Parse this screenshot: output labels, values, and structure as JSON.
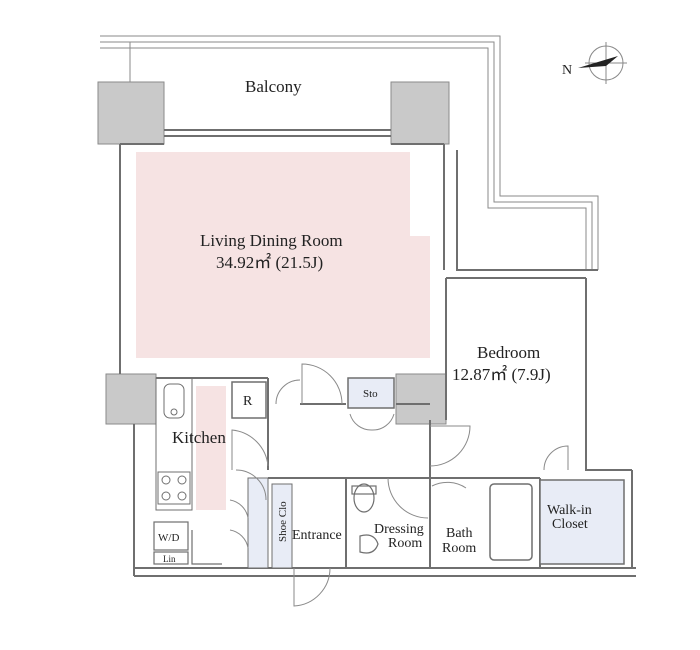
{
  "rooms": {
    "balcony": "Balcony",
    "living": {
      "name": "Living Dining Room",
      "area": "34.92㎡ (21.5J)"
    },
    "bedroom": {
      "name": "Bedroom",
      "area": "12.87㎡ (7.9J)"
    },
    "kitchen": "Kitchen",
    "fridge": "R",
    "storage": "Sto",
    "shoe_closet": "Shoe Clo",
    "entrance": "Entrance",
    "dressing": [
      "Dressing",
      "Room"
    ],
    "bath": [
      "Bath",
      "Room"
    ],
    "walkin": [
      "Walk-in",
      "Closet"
    ],
    "washer": "W/D",
    "linen": "Lin"
  },
  "compass": {
    "north_label": "N"
  },
  "colors": {
    "wall": "#c9c9c9",
    "living_floor": "#f6e3e3",
    "kitchen_floor": "#f6e3e3",
    "closet_fill": "#e8ecf6",
    "line": "#6f6f6f"
  }
}
